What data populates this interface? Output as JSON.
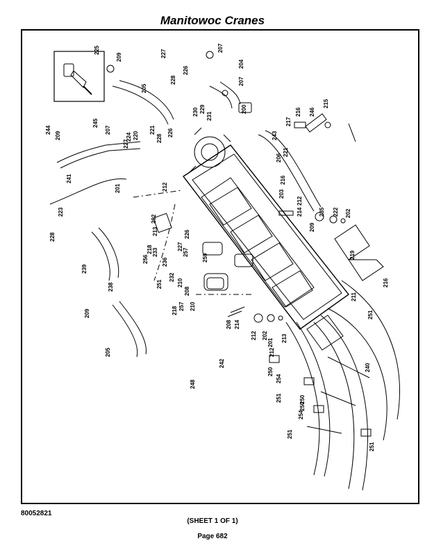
{
  "header": {
    "title": "Manitowoc Cranes"
  },
  "footer": {
    "document_number": "80052821",
    "sheet": "(SHEET 1 OF 1)",
    "page": "Page 682"
  },
  "callouts": [
    "225",
    "209",
    "227",
    "207",
    "204",
    "228",
    "226",
    "207",
    "205",
    "229",
    "230",
    "231",
    "200",
    "217",
    "216",
    "246",
    "215",
    "243",
    "244",
    "245",
    "207",
    "220",
    "221",
    "228",
    "226",
    "224",
    "209",
    "227",
    "206",
    "221",
    "241",
    "216",
    "203",
    "212",
    "214",
    "201",
    "212",
    "223",
    "235",
    "222",
    "202",
    "202",
    "213",
    "226",
    "228",
    "209",
    "218",
    "233",
    "227",
    "257",
    "259",
    "256",
    "236",
    "219",
    "239",
    "238",
    "232",
    "210",
    "216",
    "251",
    "208",
    "211",
    "218",
    "257",
    "209",
    "210",
    "208",
    "214",
    "212",
    "202",
    "201",
    "212",
    "213",
    "251",
    "205",
    "250",
    "254",
    "251",
    "240",
    "242",
    "248",
    "250",
    "254",
    "250",
    "251",
    "251"
  ]
}
